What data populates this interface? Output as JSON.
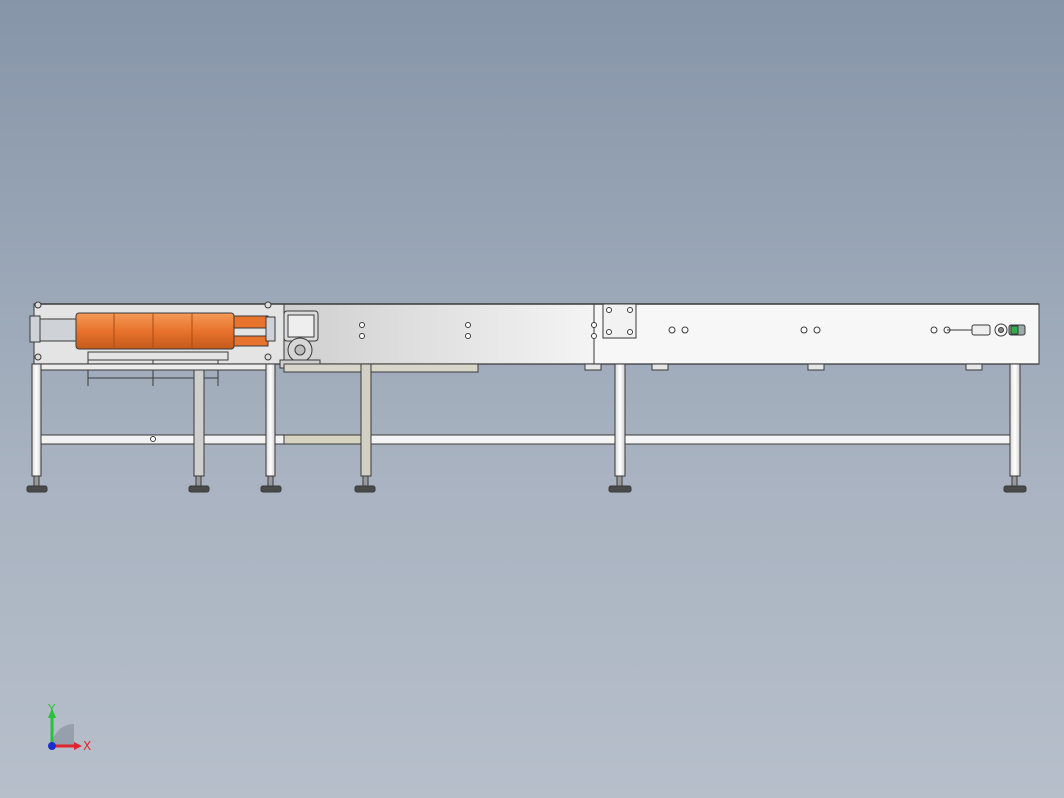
{
  "viewport": {
    "background_top": "#8795a9",
    "background_bottom": "#b6bfca"
  },
  "model": {
    "frame_color": "#f2f2f2",
    "outline_color": "#3a3a3a",
    "roller_color": "#e8732c",
    "status_lamp_color": "#2fae4a",
    "leg_count": 6
  },
  "triad": {
    "x_label": "X",
    "y_label": "Y",
    "x_color": "#e0262a",
    "y_color": "#2bc23b",
    "z_color": "#1a2fd0"
  }
}
